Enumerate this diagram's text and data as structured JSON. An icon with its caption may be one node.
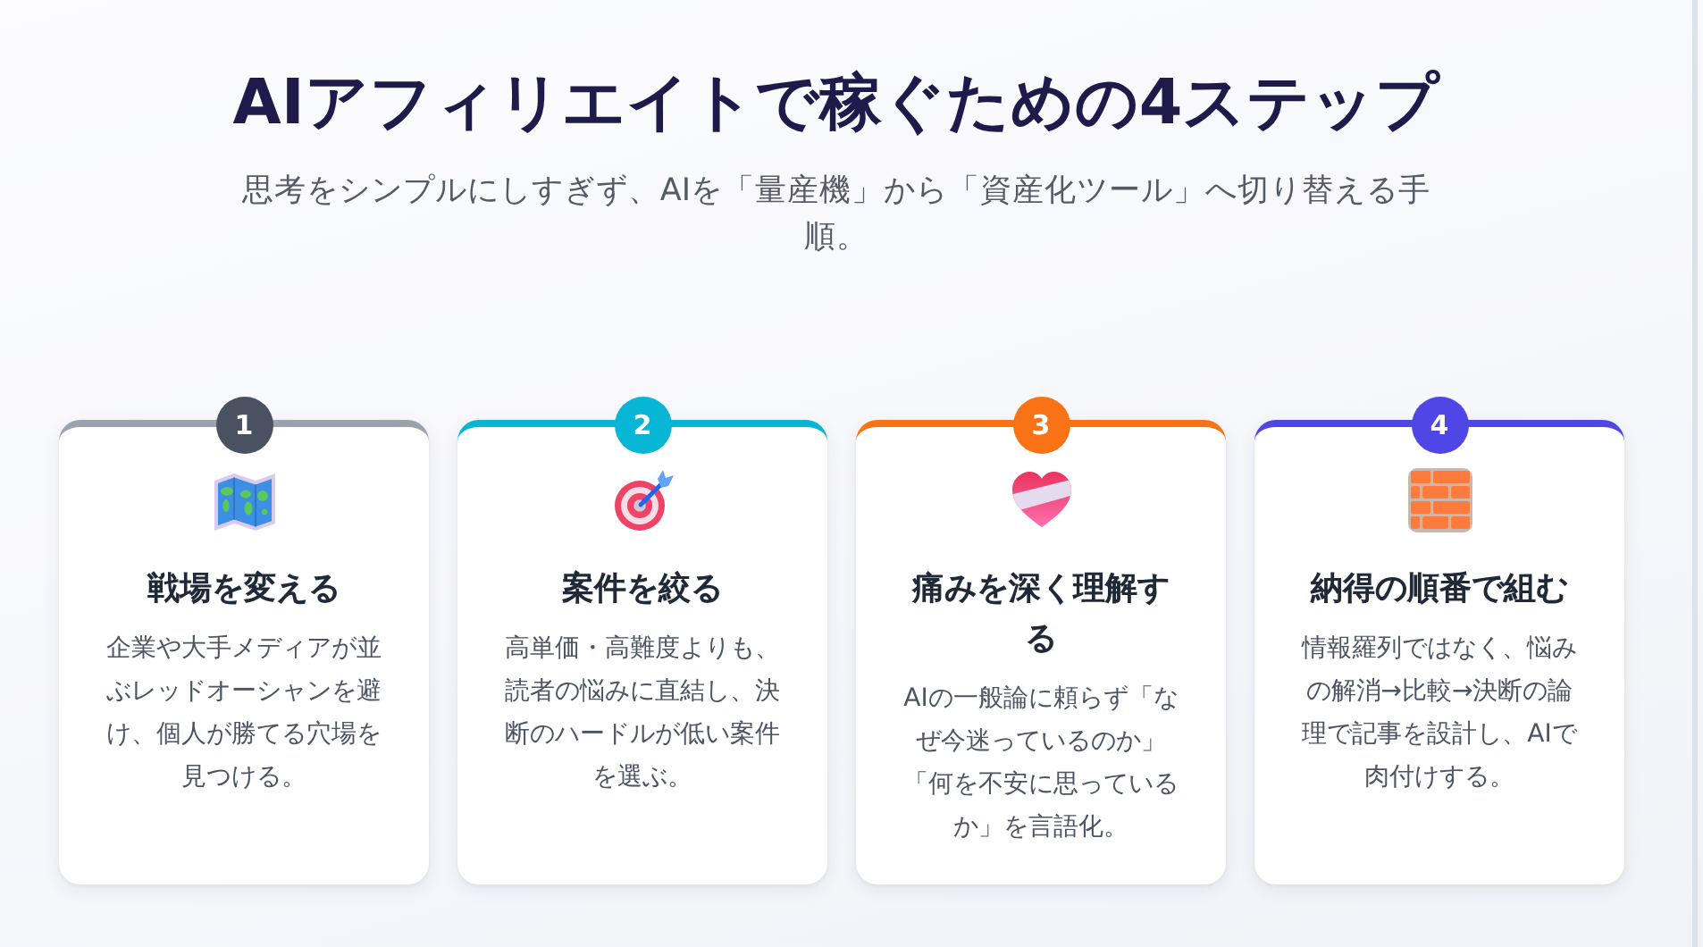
{
  "diagram": {
    "title": "AIアフィリエイトで稼ぐための4ステップ",
    "caption": "思考をシンプルにしすぎず、AIを「量産機」から「資産化ツール」へ切り替える手順。",
    "nodes": [
      {
        "text": [
          "1"
        ]
      },
      {
        "text": [
          "戦場を変える",
          "企業や大手メディアが並ぶレッドオーシャンを避け、個人が勝てる穴場を見つける。"
        ]
      },
      {
        "text": [
          "2"
        ]
      },
      {
        "text": [
          "案件を絞る",
          "高単価・高難度よりも、読者の悩みに直結し、決断のハードルが低い案件を選ぶ。"
        ]
      },
      {
        "text": [
          "3"
        ]
      },
      {
        "text": [
          "痛みを深く理解する",
          "AIの一般論に頼らず「なぜ今迷っているのか」「何を不安に思っているか」を言語化。"
        ]
      },
      {
        "text": [
          "4"
        ]
      },
      {
        "text": [
          "納得の順番で組む",
          "情報羅列ではなく、悩みの解消→比較→決断の論理で記事を設計し、AIで肉付けする。"
        ]
      }
    ]
  }
}
